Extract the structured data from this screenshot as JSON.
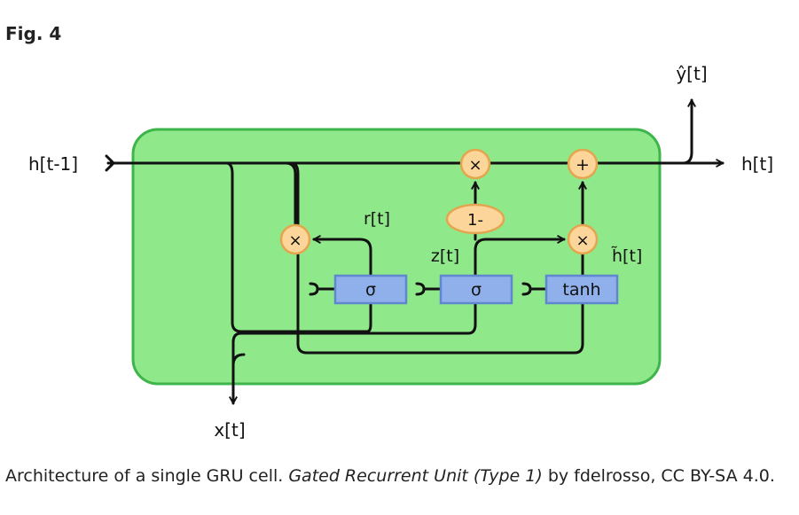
{
  "figure": {
    "label": "Fig. 4"
  },
  "diagram": {
    "inputs": {
      "h_prev": "h[t-1]",
      "x": "x[t]"
    },
    "outputs": {
      "h": "h[t]",
      "y_hat": "ŷ[t]"
    },
    "gate_labels": {
      "r": "r[t]",
      "z": "z[t]",
      "h_tilde": "h̃[t]"
    },
    "operators": {
      "multiply": "×",
      "add": "+",
      "one_minus": "1-"
    },
    "activations": {
      "sigmoid": "σ",
      "tanh": "tanh"
    },
    "colors": {
      "cell_fill": "#8fe88a",
      "cell_stroke": "#3db54a",
      "box_fill": "#8fb0ea",
      "box_stroke": "#5f86cf",
      "op_fill": "#fbd59a",
      "op_stroke": "#e3a64f",
      "line": "#111111"
    }
  },
  "caption": {
    "prefix": "Architecture of a single GRU cell. ",
    "title": "Gated Recurrent Unit (Type 1)",
    "suffix": " by fdelrosso, CC BY-SA 4.0."
  }
}
